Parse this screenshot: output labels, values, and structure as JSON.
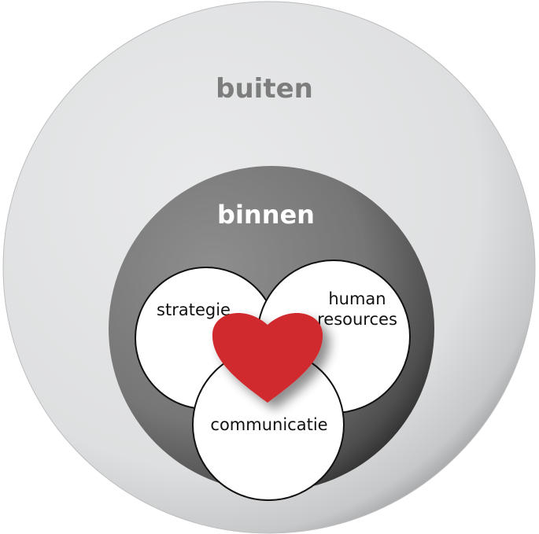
{
  "diagram": {
    "outer_label": "buiten",
    "inner_label": "binnen",
    "circles": {
      "strategy": "strategie",
      "hr_line1": "human",
      "hr_line2": "resources",
      "communication": "communicatie"
    },
    "center_icon": "heart-icon"
  },
  "colors": {
    "outer_fill": "#e1e2e3",
    "outer_text": "#7d7d7d",
    "inner_fill": "#7a7a7a",
    "inner_text": "#ffffff",
    "venn_fill": "#ffffff",
    "venn_stroke": "#111111",
    "heart": "#d0292e",
    "text": "#111111"
  }
}
